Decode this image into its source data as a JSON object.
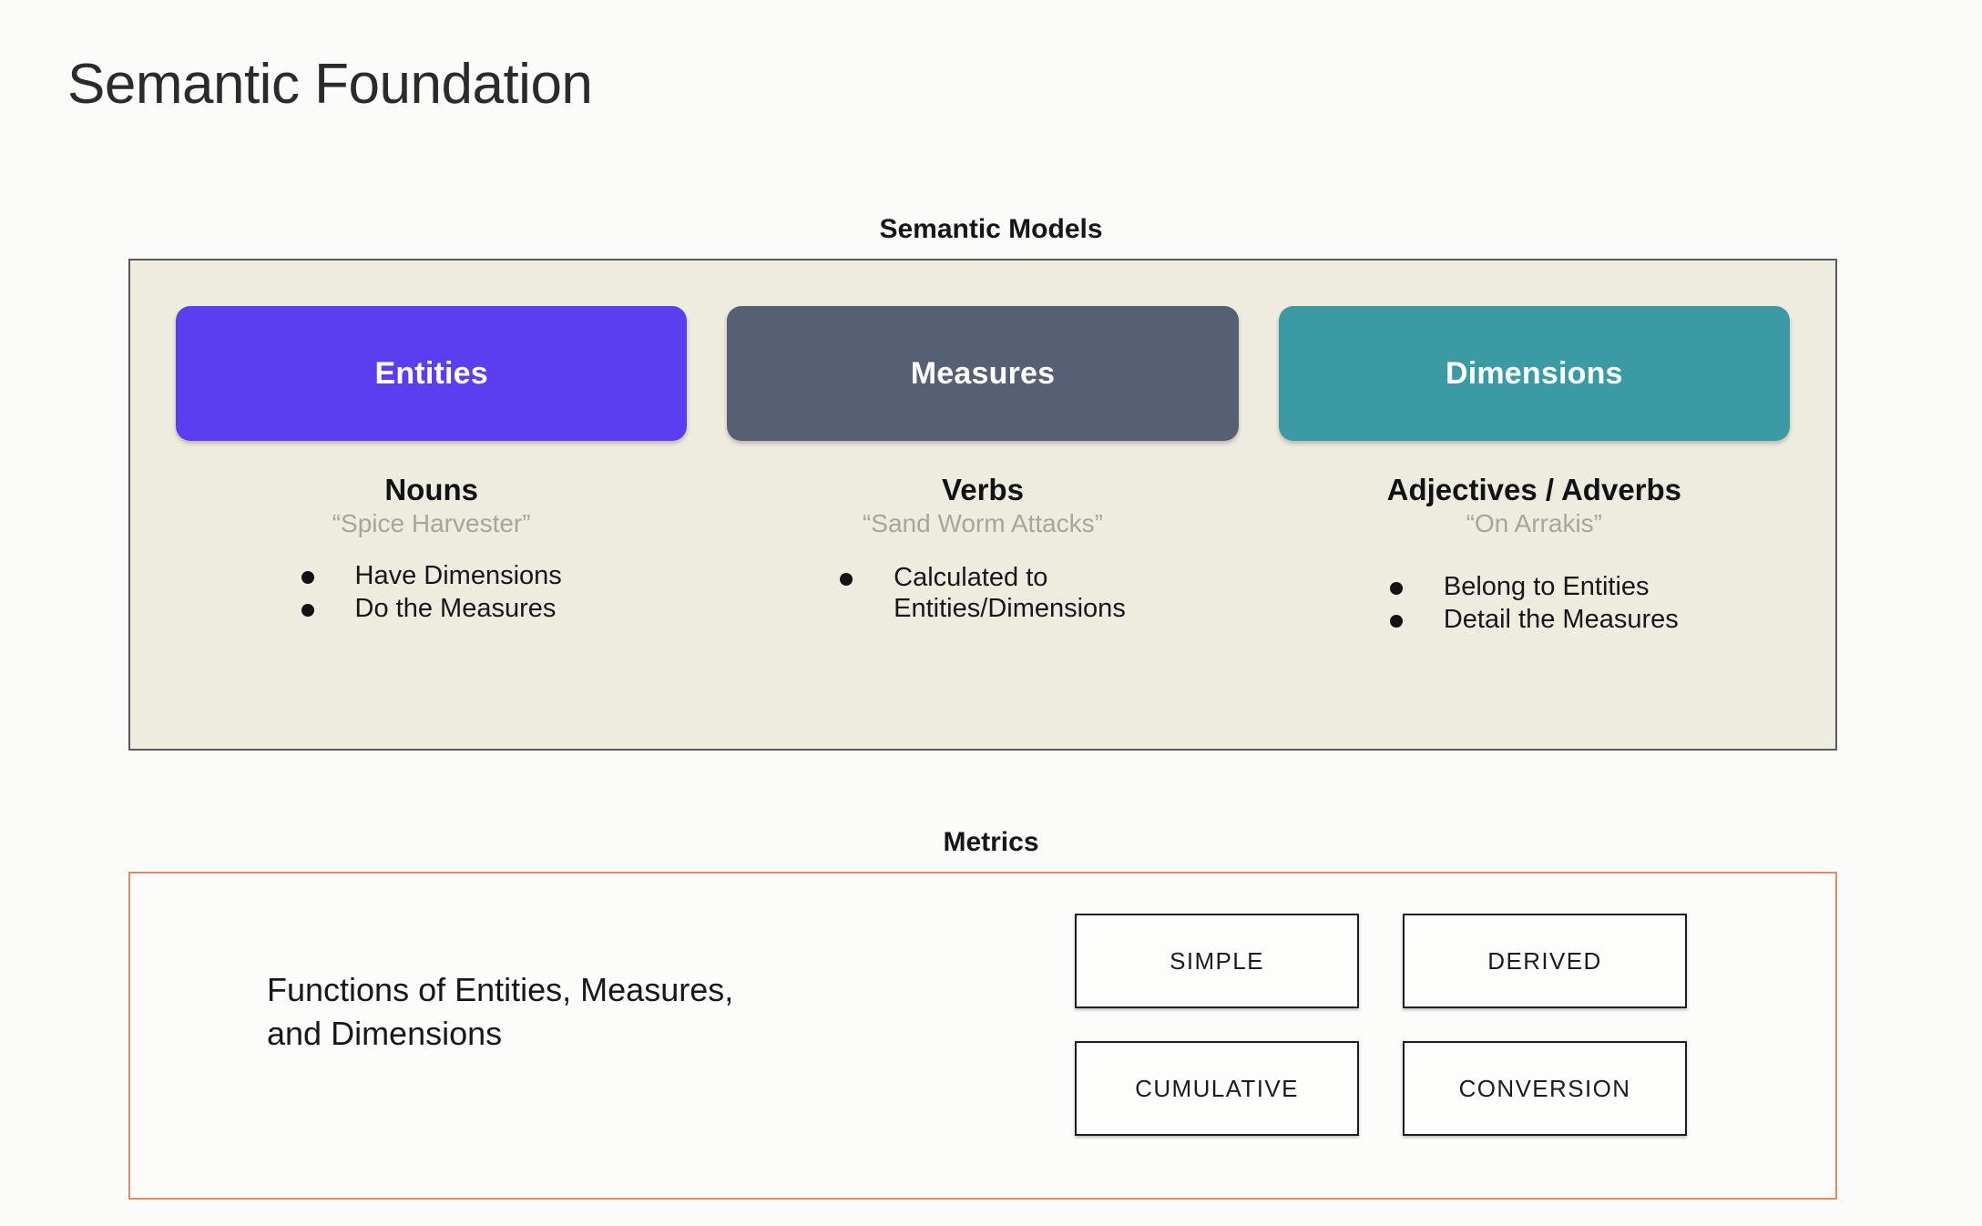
{
  "slide": {
    "title": "Semantic Foundation",
    "background_color": "#fbfcfa"
  },
  "semantic_models": {
    "section_label": "Semantic Models",
    "panel_background": "#eeebdf",
    "panel_border_color": "#555a63",
    "columns": [
      {
        "pill_label": "Entities",
        "pill_color": "#5b3ef0",
        "part_of_speech": "Nouns",
        "example": "“Spice Harvester”",
        "bullets": [
          "Have Dimensions",
          "Do the Measures"
        ]
      },
      {
        "pill_label": "Measures",
        "pill_color": "#565f73",
        "part_of_speech": "Verbs",
        "example": "“Sand Worm Attacks”",
        "bullets": [
          "Calculated to\nEntities/Dimensions"
        ]
      },
      {
        "pill_label": "Dimensions",
        "pill_color": "#3b9aa4",
        "part_of_speech": "Adjectives / Adverbs",
        "example": "“On Arrakis”",
        "bullets": [
          "Belong to Entities",
          "Detail the Measures"
        ]
      }
    ]
  },
  "metrics": {
    "section_label": "Metrics",
    "panel_border_color": "#e08a66",
    "description": "Functions of Entities, Measures,\nand Dimensions",
    "types": [
      "SIMPLE",
      "DERIVED",
      "CUMULATIVE",
      "CONVERSION"
    ]
  }
}
